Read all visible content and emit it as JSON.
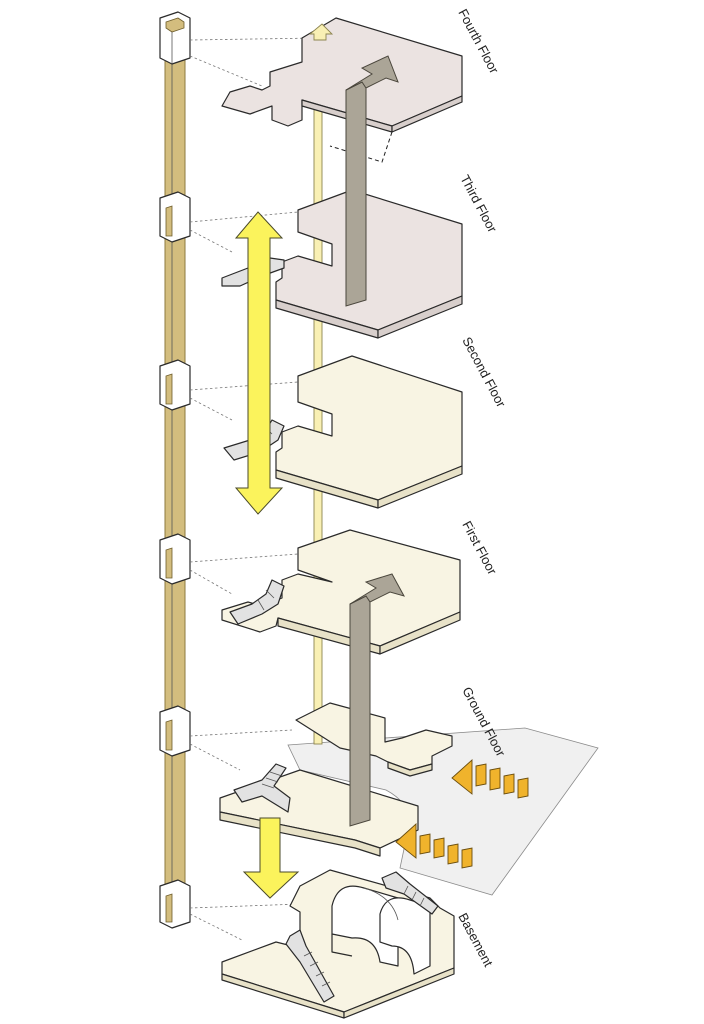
{
  "floors": [
    {
      "id": "fourth",
      "label": "Fourth Floor"
    },
    {
      "id": "third",
      "label": "Third Floor"
    },
    {
      "id": "second",
      "label": "Second Floor"
    },
    {
      "id": "first",
      "label": "First Floor"
    },
    {
      "id": "ground",
      "label": "Ground Floor"
    },
    {
      "id": "basement",
      "label": "Basement"
    }
  ],
  "colors": {
    "pink_slab": "#ebe3e1",
    "cream_slab": "#f8f4e3",
    "core_column": "#d3bd7e",
    "core_column_edge": "#8e7a3f",
    "light_shaft": "#f9f0b4",
    "yellow_arrow": "#fbf35c",
    "grey_arrow": "#aba597",
    "entry_arrow": "#f0b32c",
    "street": "#f0f0f0",
    "stair": "#e2e2e2"
  }
}
